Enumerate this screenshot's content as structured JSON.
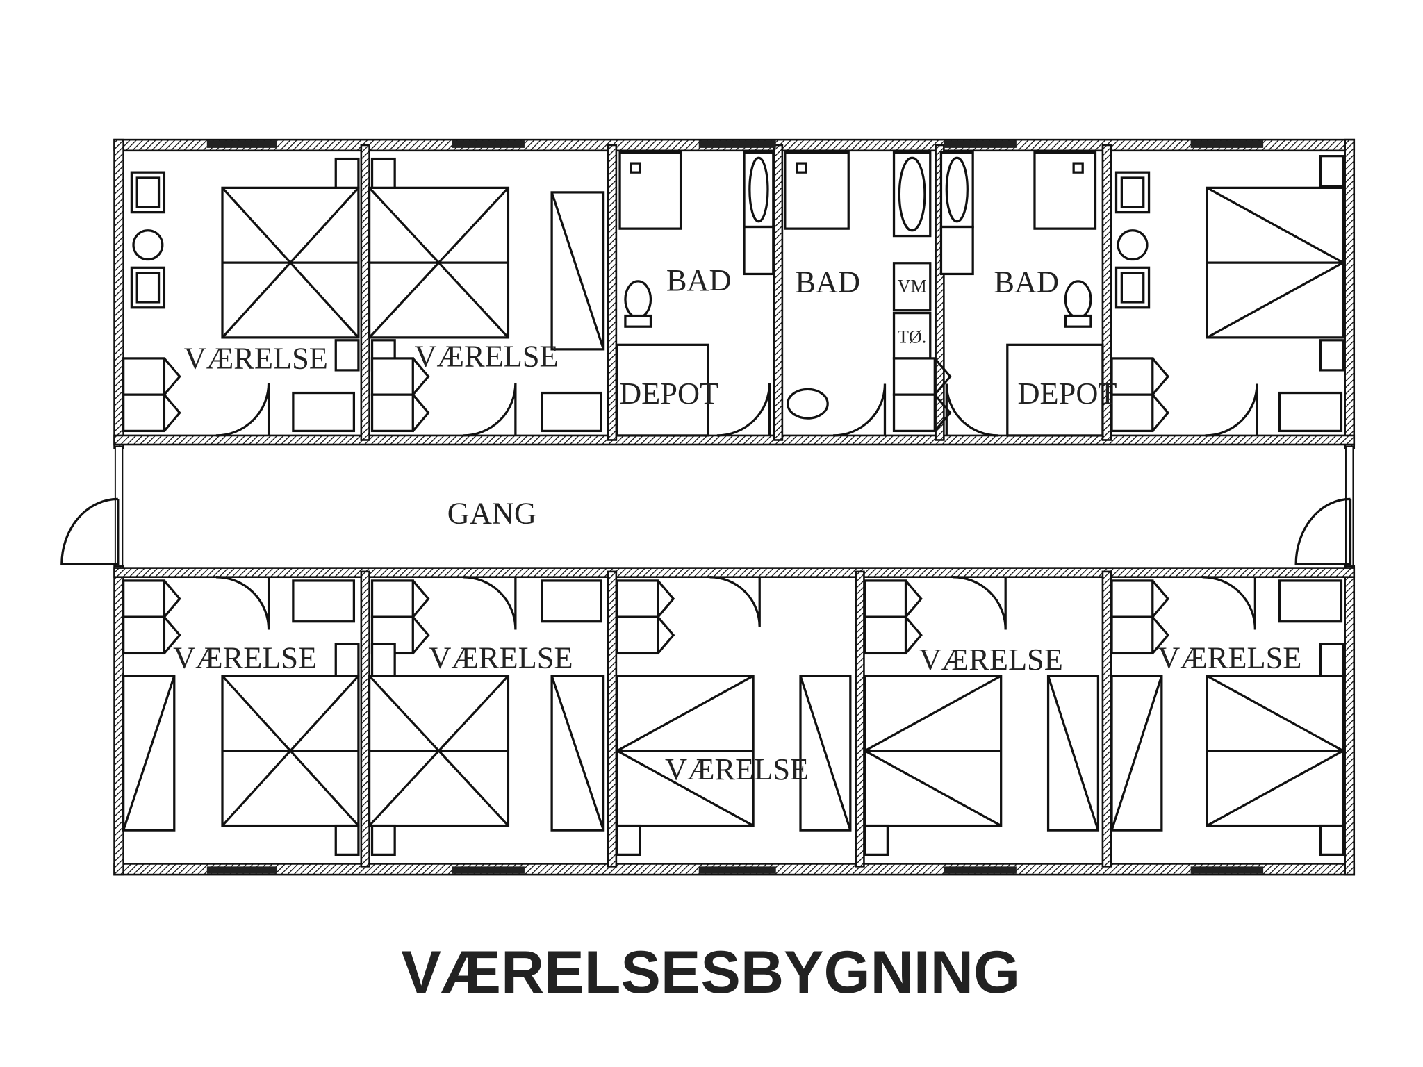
{
  "title": "VÆRELSESBYGNING",
  "rooms": {
    "top": [
      "VÆRELSE",
      "VÆRELSE"
    ],
    "bad": [
      "BAD",
      "BAD",
      "BAD"
    ],
    "vm": "VM",
    "to": "TØ.",
    "depot": [
      "DEPOT",
      "DEPOT"
    ],
    "gang": "GANG",
    "bottom": [
      "VÆRELSE",
      "VÆRELSE",
      "VÆRELSE",
      "VÆRELSE",
      "VÆRELSE"
    ]
  }
}
